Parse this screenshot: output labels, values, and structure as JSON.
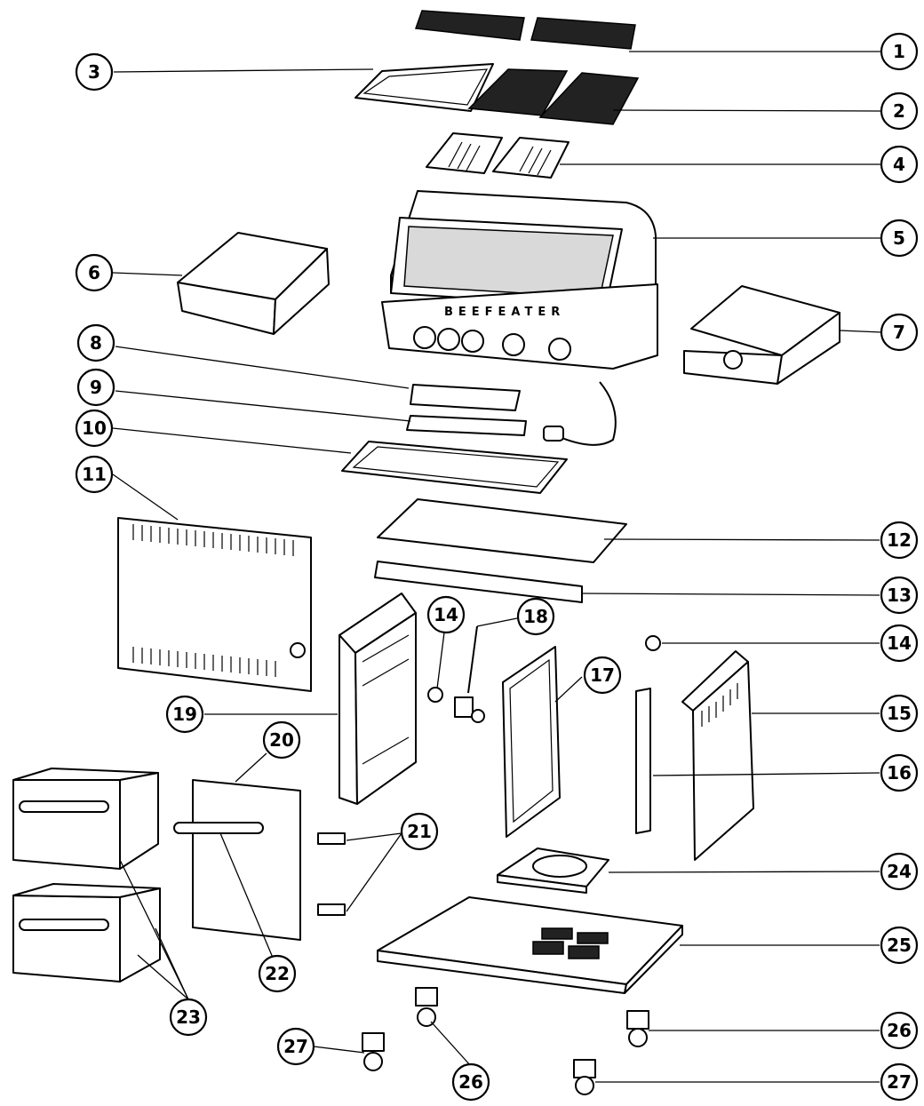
{
  "diagram": {
    "brand_text": "BEEFEATER",
    "callouts": [
      {
        "id": "c1",
        "label": "1"
      },
      {
        "id": "c2",
        "label": "2"
      },
      {
        "id": "c3",
        "label": "3"
      },
      {
        "id": "c4",
        "label": "4"
      },
      {
        "id": "c5",
        "label": "5"
      },
      {
        "id": "c6",
        "label": "6"
      },
      {
        "id": "c7",
        "label": "7"
      },
      {
        "id": "c8",
        "label": "8"
      },
      {
        "id": "c9",
        "label": "9"
      },
      {
        "id": "c10",
        "label": "10"
      },
      {
        "id": "c11",
        "label": "11"
      },
      {
        "id": "c12",
        "label": "12"
      },
      {
        "id": "c13",
        "label": "13"
      },
      {
        "id": "c14a",
        "label": "14"
      },
      {
        "id": "c14b",
        "label": "14"
      },
      {
        "id": "c15",
        "label": "15"
      },
      {
        "id": "c16",
        "label": "16"
      },
      {
        "id": "c17",
        "label": "17"
      },
      {
        "id": "c18",
        "label": "18"
      },
      {
        "id": "c19",
        "label": "19"
      },
      {
        "id": "c20",
        "label": "20"
      },
      {
        "id": "c21",
        "label": "21"
      },
      {
        "id": "c22",
        "label": "22"
      },
      {
        "id": "c23",
        "label": "23"
      },
      {
        "id": "c24",
        "label": "24"
      },
      {
        "id": "c25",
        "label": "25"
      },
      {
        "id": "c26a",
        "label": "26"
      },
      {
        "id": "c26b",
        "label": "26"
      },
      {
        "id": "c27a",
        "label": "27"
      },
      {
        "id": "c27b",
        "label": "27"
      }
    ]
  }
}
